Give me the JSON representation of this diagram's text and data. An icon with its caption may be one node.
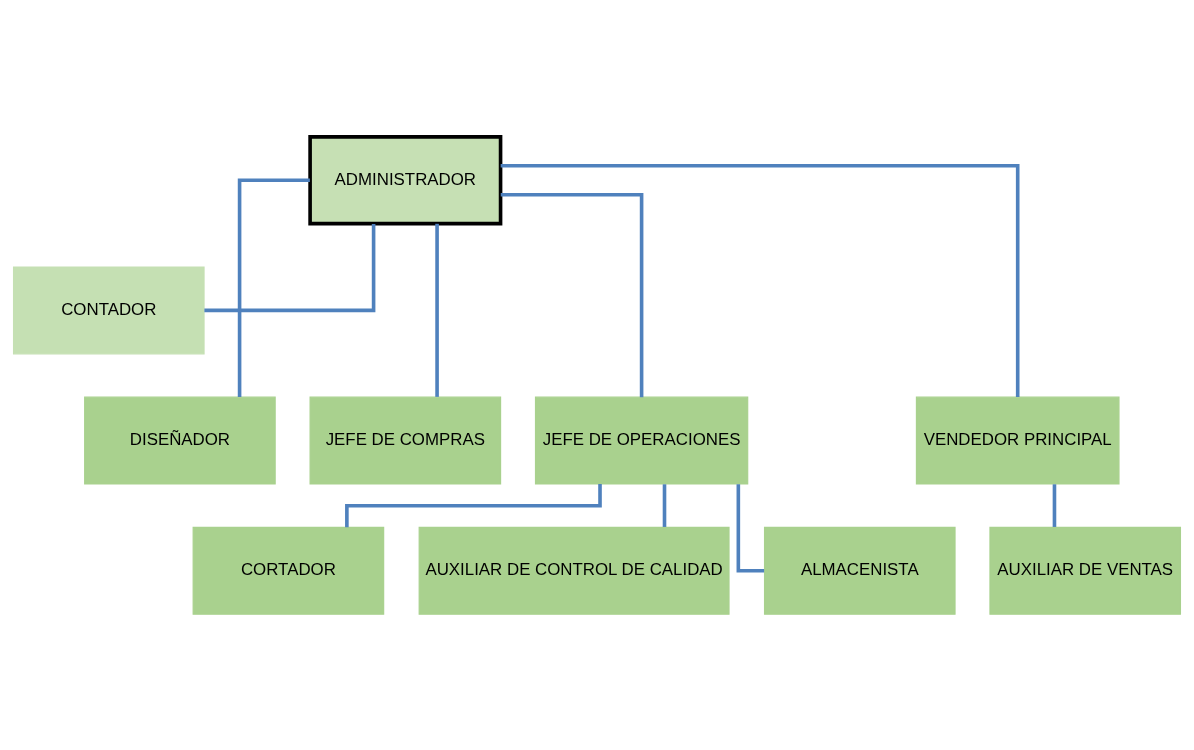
{
  "diagram": {
    "nodes": [
      {
        "text": [
          "ADMINISTRADOR"
        ]
      },
      {
        "text": [
          "CONTADOR"
        ]
      },
      {
        "text": [
          "DISEÑADOR"
        ]
      },
      {
        "text": [
          "JEFE DE COMPRAS"
        ]
      },
      {
        "text": [
          "JEFE DE OPERACIONES"
        ]
      },
      {
        "text": [
          "VENDEDOR PRINCIPAL"
        ]
      },
      {
        "text": [
          "CORTADOR"
        ]
      },
      {
        "text": [
          "AUXILIAR DE CONTROL DE CALIDAD"
        ]
      },
      {
        "text": [
          "ALMACENISTA"
        ]
      },
      {
        "text": [
          "AUXILIAR DE VENTAS"
        ]
      }
    ],
    "edges": [
      {
        "from": 0,
        "to": 1,
        "arrow": "none"
      },
      {
        "from": 0,
        "to": 2,
        "arrow": "none"
      },
      {
        "from": 0,
        "to": 3,
        "arrow": "none"
      },
      {
        "from": 0,
        "to": 4,
        "arrow": "none"
      },
      {
        "from": 0,
        "to": 5,
        "arrow": "none"
      },
      {
        "from": 4,
        "to": 6,
        "arrow": "none"
      },
      {
        "from": 4,
        "to": 7,
        "arrow": "none"
      },
      {
        "from": 4,
        "to": 8,
        "arrow": "none"
      },
      {
        "from": 5,
        "to": 9,
        "arrow": "none"
      }
    ]
  }
}
